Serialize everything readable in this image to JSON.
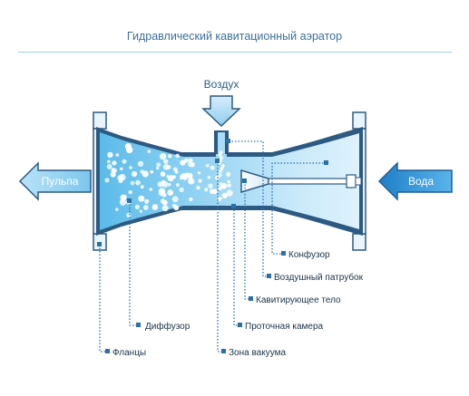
{
  "title": "Гидравлический кавитационный аэратор",
  "arrows": {
    "air": "Воздух",
    "pulp": "Пульпа",
    "water": "Вода"
  },
  "labels": {
    "konfuzor": "Конфузор",
    "air_pipe": "Воздушный патрубок",
    "cavitating_body": "Кавитирующее тело",
    "diffuser": "Диффузор",
    "flow_chamber": "Проточная камера",
    "flanges": "Фланцы",
    "vacuum_zone": "Зона вакуума"
  },
  "colors": {
    "body_outline": "#2d5a82",
    "fluid_light": "#d2ecfb",
    "fluid_dark": "#3fa7e0",
    "arrow_light": "#a9dcf6",
    "arrow_dark": "#1d80c8",
    "leader_line": "#2a6fa6",
    "title": "#3d6f99"
  }
}
